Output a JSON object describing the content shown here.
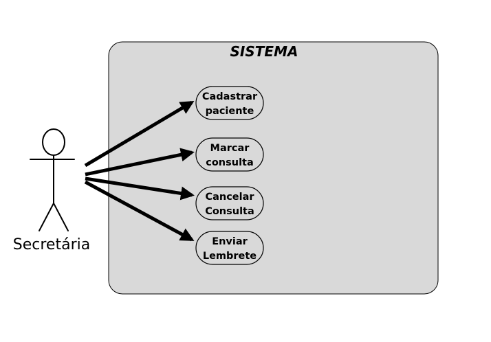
{
  "system": {
    "title": "SISTEMA",
    "fill": "#f3fbd9"
  },
  "actor": {
    "name": "Secretária"
  },
  "use_cases": [
    {
      "line1": "Cadastrar",
      "line2": "paciente"
    },
    {
      "line1": "Marcar",
      "line2": "consulta"
    },
    {
      "line1": "Cancelar",
      "line2": "Consulta"
    },
    {
      "line1": "Enviar",
      "line2": "Lembrete"
    }
  ],
  "colors": {
    "use_case_fill": "#d9d9d9",
    "stroke": "#000000"
  }
}
